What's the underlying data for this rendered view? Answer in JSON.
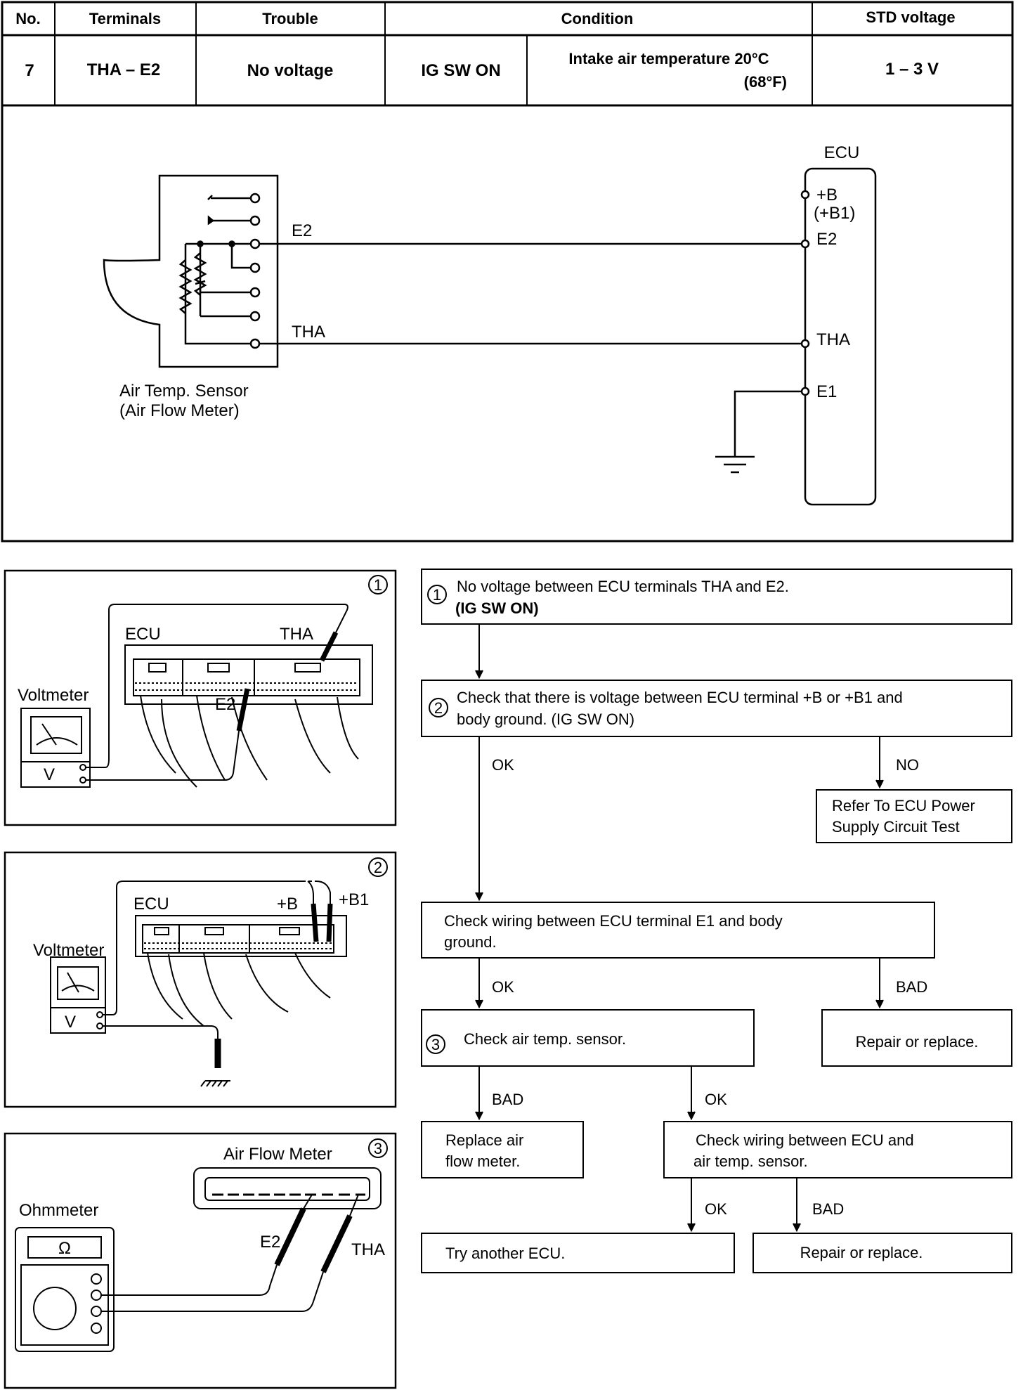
{
  "table": {
    "headers": {
      "no": "No.",
      "terminals": "Terminals",
      "trouble": "Trouble",
      "condition": "Condition",
      "std_voltage": "STD voltage"
    },
    "row": {
      "no": "7",
      "terminals": "THA – E2",
      "trouble": "No voltage",
      "condition_1": "IG SW ON",
      "condition_2a": "Intake air temperature 20°C",
      "condition_2b": "(68°F)",
      "std_voltage": "1 – 3 V"
    }
  },
  "circuit": {
    "ecu_label": "ECU",
    "pin_b": "+B",
    "pin_b1": "(+B1)",
    "pin_e2": "E2",
    "pin_tha": "THA",
    "pin_e1": "E1",
    "wire_e2": "E2",
    "wire_tha": "THA",
    "sensor_label_1": "Air Temp. Sensor",
    "sensor_label_2": "(Air Flow Meter)"
  },
  "panel1": {
    "num": "1",
    "ecu": "ECU",
    "tha": "THA",
    "e2": "E2",
    "meter": "Voltmeter",
    "meter_symbol": "V"
  },
  "panel2": {
    "num": "2",
    "ecu": "ECU",
    "b": "+B",
    "b1": "+B1",
    "meter": "Voltmeter",
    "meter_symbol": "V"
  },
  "panel3": {
    "num": "3",
    "afm": "Air Flow Meter",
    "meter": "Ohmmeter",
    "omega": "Ω",
    "e2": "E2",
    "tha": "THA"
  },
  "flow": {
    "step1_num": "1",
    "step1_line1": "No voltage between ECU terminals THA and E2.",
    "step1_line2": "(IG SW ON)",
    "step2_num": "2",
    "step2_line1": "Check that there is voltage between ECU terminal +B or +B1 and",
    "step2_line2": "body ground.  (IG SW ON)",
    "ok": "OK",
    "no": "NO",
    "bad": "BAD",
    "refer_line1": "Refer To ECU Power",
    "refer_line2": "Supply Circuit Test",
    "e1_line1": "Check wiring between ECU terminal E1 and body",
    "e1_line2": "ground.",
    "repair1": "Repair or replace.",
    "step3_num": "3",
    "step3_text": "Check air temp. sensor.",
    "replace_line1": "Replace air",
    "replace_line2": "flow meter.",
    "wiring_line1": "Check wiring between ECU and",
    "wiring_line2": "air temp. sensor.",
    "try_ecu": "Try another ECU.",
    "repair2": "Repair or replace."
  }
}
